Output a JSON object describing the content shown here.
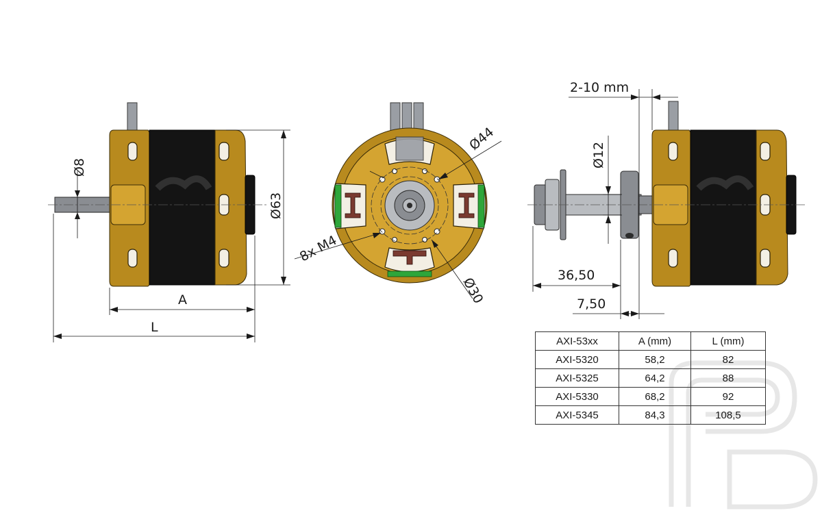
{
  "dimensions": {
    "shaft_diameter": "Ø8",
    "body_diameter": "Ø63",
    "length_a": "A",
    "length_l": "L",
    "bolt_circle_outer": "Ø44",
    "mount_holes": "8x M4",
    "bolt_circle_inner": "Ø30",
    "spacing": "2-10 mm",
    "prop_shaft_diameter": "Ø12",
    "adapter_length": "36,50",
    "offset": "7,50"
  },
  "table": {
    "headers": [
      "AXI-53xx",
      "A (mm)",
      "L (mm)"
    ],
    "rows": [
      [
        "AXI-5320",
        "58,2",
        "82"
      ],
      [
        "AXI-5325",
        "64,2",
        "88"
      ],
      [
        "AXI-5330",
        "68,2",
        "92"
      ],
      [
        "AXI-5345",
        "84,3",
        "108,5"
      ]
    ]
  },
  "colors": {
    "gold": "#b88a1e",
    "dark": "#141414",
    "steel": "#8a8d92",
    "green": "#2ea63a"
  },
  "icons": {
    "watermark": "pb-logo-watermark"
  }
}
